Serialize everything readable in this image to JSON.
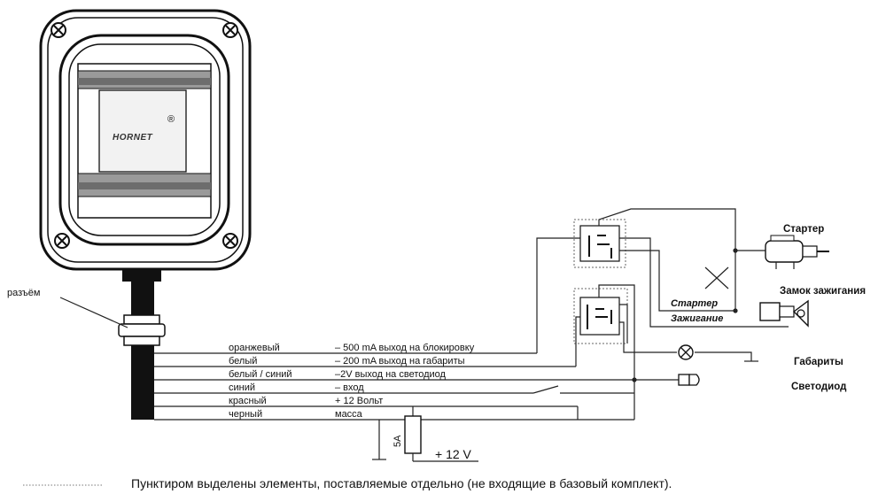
{
  "device": {
    "brand": "HORNET",
    "brand_mark": "®"
  },
  "connector_label": "разъём",
  "wires": [
    {
      "color": "оранжевый",
      "function": "– 500 mA выход на блокировку"
    },
    {
      "color": "белый",
      "function": "– 200 mA выход на габариты"
    },
    {
      "color": "белый / синий",
      "function": "–2V выход на светодиод"
    },
    {
      "color": "синий",
      "function": "–  вход"
    },
    {
      "color": "красный",
      "function": "+  12 Вольт"
    },
    {
      "color": "черный",
      "function": "масса"
    }
  ],
  "fuse": {
    "label": "5A"
  },
  "power": {
    "label": "+ 12 V"
  },
  "components": {
    "starter": "Стартер",
    "ignition_lock": "Замок зажигания",
    "parking_lights": "Габариты",
    "led": "Светодиод"
  },
  "relay_wires": {
    "starter": "Стартер",
    "ignition": "Зажигание"
  },
  "legend": {
    "text": "Пунктиром выделены элементы, поставляемые отдельно (не входящие в базовый комплект)."
  }
}
